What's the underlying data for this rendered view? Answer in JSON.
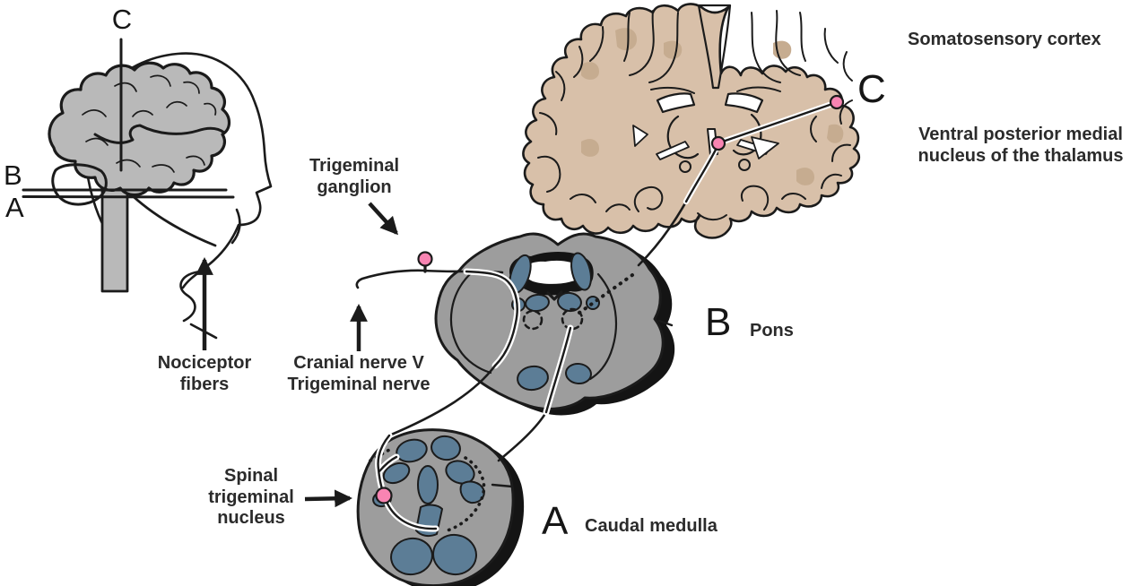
{
  "figure": {
    "title": "Trigeminal pain pathway diagram",
    "type": "anatomical-pathway-illustration"
  },
  "head_inset": {
    "level_c": "C",
    "level_b": "B",
    "level_a": "A"
  },
  "annotations": {
    "nociceptor_fibers": "Nociceptor\nfibers",
    "trigeminal_ganglion": "Trigeminal\nganglion",
    "cranial_nerve": "Cranial nerve V\nTrigeminal nerve",
    "spinal_trigeminal_nucleus": "Spinal\ntrigeminal\nnucleus",
    "somatosensory_cortex": "Somatosensory cortex",
    "vpm_nucleus": "Ventral posterior medial\nnucleus of the thalamus"
  },
  "sections": {
    "a": {
      "letter": "A",
      "name": "Caudal medulla"
    },
    "b": {
      "letter": "B",
      "name": "Pons"
    },
    "c": {
      "letter": "C"
    }
  },
  "colors": {
    "outline": "#1b1b1b",
    "section_gray": "#9d9d9d",
    "brain_gray": "#b9b9b9",
    "nucleus_blue": "#5c7d96",
    "shadow": "#141414",
    "cortex_tan": "#d8c0a9",
    "cortex_tan_shade": "#c6ac90",
    "synapse_pink": "#f884b2",
    "label_ink": "#2b2b2b",
    "fiber_white": "#ffffff"
  }
}
